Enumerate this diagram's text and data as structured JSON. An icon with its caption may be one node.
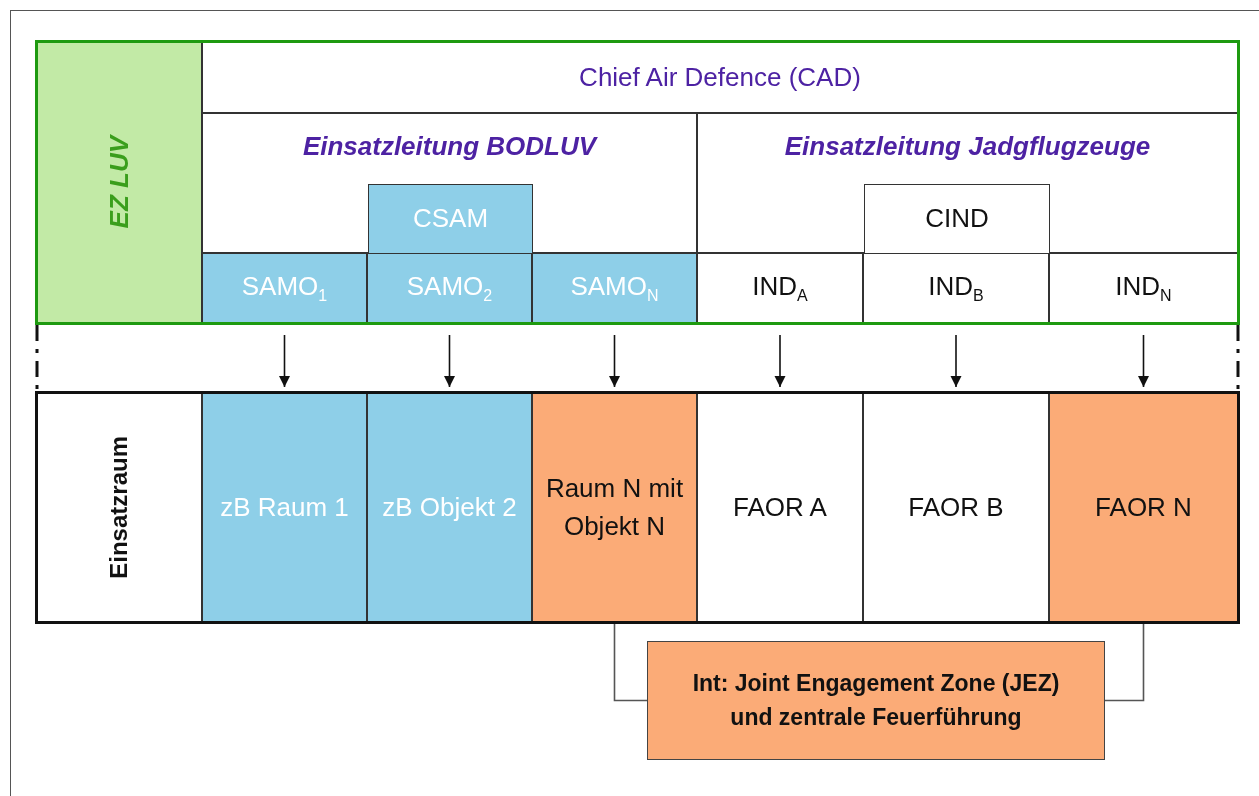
{
  "diagram": {
    "nodes": [
      {
        "text": [
          "EZ LUV"
        ]
      },
      {
        "text": [
          "Chief Air Defence (CAD)"
        ]
      },
      {
        "text": [
          "Einsatzleitung BODLUV"
        ]
      },
      {
        "text": [
          "Einsatzleitung Jadgflugzeuge"
        ]
      },
      {
        "text": [
          "CSAM"
        ],
        "in": 2
      },
      {
        "text": [
          "CIND"
        ],
        "in": 3
      },
      {
        "text": [
          "SAMO$_{1}$"
        ]
      },
      {
        "text": [
          "SAMO$_{2}$"
        ]
      },
      {
        "text": [
          "SAMO$_{N}$"
        ]
      },
      {
        "text": [
          "IND$_{A}$"
        ]
      },
      {
        "text": [
          "IND$_{B}$"
        ]
      },
      {
        "text": [
          "IND$_{N}$"
        ]
      },
      {
        "text": [
          "Einsatzraum"
        ]
      },
      {
        "text": [
          "zB Raum 1"
        ]
      },
      {
        "text": [
          "zB Objekt 2"
        ]
      },
      {
        "text": [
          "Raum N mit Objekt N"
        ]
      },
      {
        "text": [
          "FAOR A"
        ]
      },
      {
        "text": [
          "FAOR B"
        ]
      },
      {
        "text": [
          "FAOR N"
        ]
      },
      {
        "text": [
          "Int: Joint Engagement Zone (JEZ) und zentrale Feuerführung"
        ]
      }
    ],
    "edges": [
      {
        "from": 6,
        "to": 13,
        "arrow": "to"
      },
      {
        "from": 7,
        "to": 14,
        "arrow": "to"
      },
      {
        "from": 8,
        "to": 15,
        "arrow": "to"
      },
      {
        "from": 9,
        "to": 16,
        "arrow": "to"
      },
      {
        "from": 10,
        "to": 17,
        "arrow": "to"
      },
      {
        "from": 11,
        "to": 18,
        "arrow": "to"
      },
      {
        "from": 15,
        "to": 19,
        "arrow": "none"
      },
      {
        "from": 18,
        "to": 19,
        "arrow": "none"
      }
    ]
  }
}
